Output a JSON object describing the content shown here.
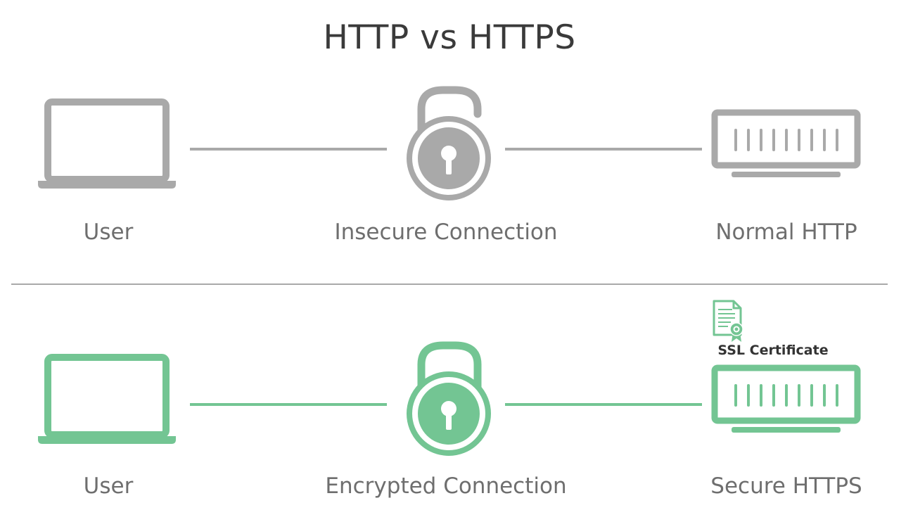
{
  "title": "HTTP vs HTTPS",
  "colors": {
    "insecure": "#a9a9a9",
    "secure": "#73c593",
    "divider": "#a9a9a9",
    "text": "#6e6e6e",
    "title": "#3a3a3a"
  },
  "http_row": {
    "user_label": "User",
    "connection_label": "Insecure Connection",
    "server_label": "Normal HTTP",
    "user_icon": "laptop-icon",
    "connection_icon": "unlocked-padlock-icon",
    "server_icon": "server-icon"
  },
  "https_row": {
    "user_label": "User",
    "connection_label": "Encrypted Connection",
    "server_label": "Secure HTTPS",
    "certificate_label": "SSL Certificate",
    "user_icon": "laptop-icon",
    "connection_icon": "locked-padlock-icon",
    "server_icon": "server-icon",
    "certificate_icon": "certificate-icon"
  }
}
